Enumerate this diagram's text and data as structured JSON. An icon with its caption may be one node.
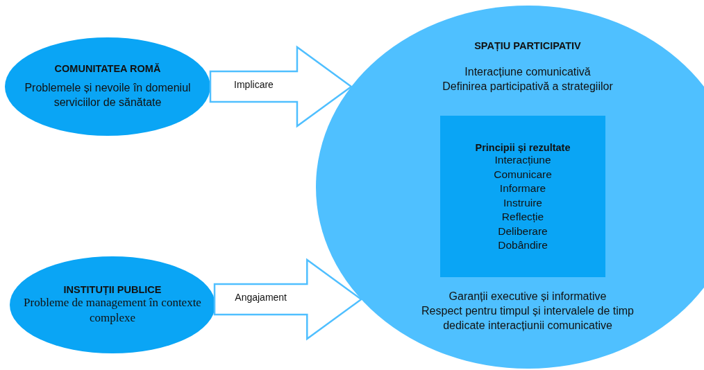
{
  "diagram": {
    "nodes": [
      {
        "text": [
          "COMUNITATEA ROMĂ",
          "Problemele și nevoile în domeniul serviciilor de sănătate"
        ]
      },
      {
        "text": [
          "INSTITUȚII PUBLICE",
          "Probleme de management în contexte complexe"
        ]
      },
      {
        "text": [
          "SPAȚIU PARTICIPATIV",
          "Interacțiune comunicativă",
          "Definirea participativă a strategiilor",
          "Garanții executive și informative",
          "Respect pentru timpul și intervalele de timp dedicate interacțiunii comunicative"
        ]
      },
      {
        "text": [
          "Principii și rezultate",
          "Interacțiune",
          "Comunicare",
          "Informare",
          "Instruire",
          "Reflecție",
          "Deliberare",
          "Dobândire"
        ],
        "in": 2
      }
    ],
    "edges": [
      {
        "from": 0,
        "to": 2,
        "arrow": "to",
        "label": "Implicare"
      },
      {
        "from": 1,
        "to": 2,
        "arrow": "to",
        "label": "Angajament"
      }
    ]
  }
}
